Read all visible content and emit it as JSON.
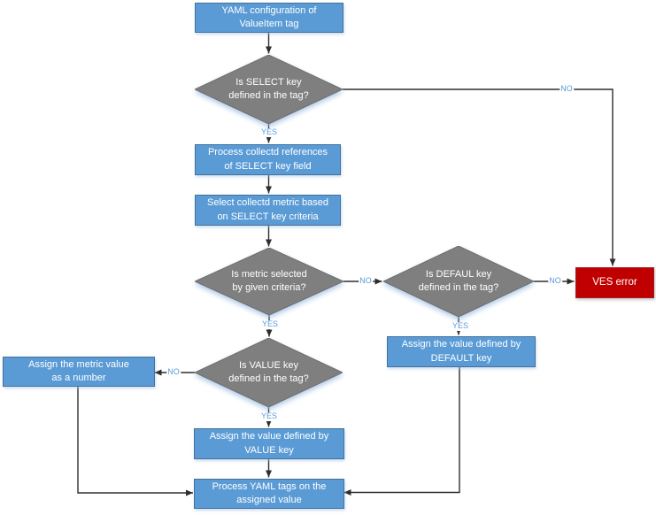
{
  "nodes": {
    "yaml_config": {
      "label": "YAML configuration of\nValueItem tag",
      "type": "process"
    },
    "d_select": {
      "label": "Is SELECT key\ndefined in the tag?",
      "type": "decision"
    },
    "process_refs": {
      "label": "Process collectd references\nof SELECT key field",
      "type": "process"
    },
    "select_metric": {
      "label": "Select collectd metric based\non SELECT key criteria",
      "type": "process"
    },
    "d_metric": {
      "label": "Is metric selected\nby given criteria?",
      "type": "decision"
    },
    "d_default": {
      "label": "Is DEFAUL key\ndefined in the tag?",
      "type": "decision"
    },
    "ves_error": {
      "label": "VES error",
      "type": "error"
    },
    "assign_default": {
      "label": "Assign the value defined by\nDEFAULT key",
      "type": "process"
    },
    "d_value": {
      "label": "Is VALUE key\ndefined in the tag?",
      "type": "decision"
    },
    "assign_metric": {
      "label": "Assign the metric value\nas a number",
      "type": "process"
    },
    "assign_value": {
      "label": "Assign the value defined by\nVALUE key",
      "type": "process"
    },
    "process_yaml": {
      "label": "Process YAML tags on the\nassigned value",
      "type": "process"
    }
  },
  "edge_labels": {
    "select_yes": "YES",
    "select_no": "NO",
    "metric_yes": "YES",
    "metric_no": "NO",
    "default_yes": "YES",
    "default_no": "NO",
    "value_yes": "YES",
    "value_no": "NO"
  },
  "colors": {
    "process_fill": "#5B9BD5",
    "process_border": "#41719C",
    "decision_fill": "#7F7F7F",
    "decision_border": "#6E6E6E",
    "error_fill": "#C00000",
    "error_border": "#A02020",
    "line_color": "#2E2E2E",
    "label_blue": "#5B9BD5",
    "node_text": "#FFFFFF"
  }
}
